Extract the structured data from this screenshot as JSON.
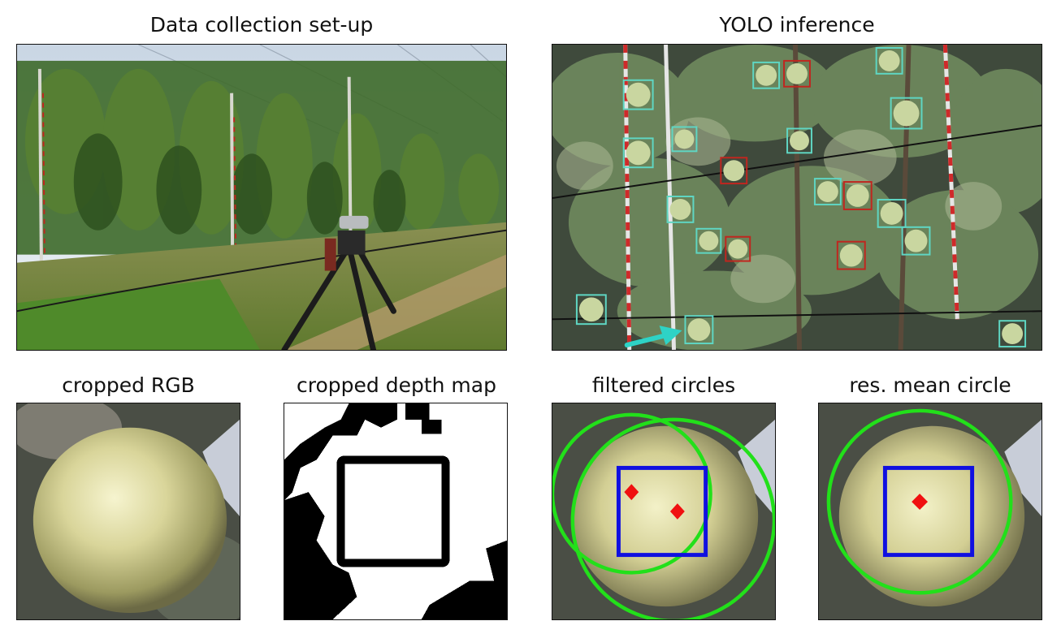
{
  "panels": {
    "setup": {
      "title": "Data collection set-up"
    },
    "yolo": {
      "title": "YOLO inference",
      "box_colors": {
        "detected": "#5fd6c3",
        "highlighted": "#c0261f"
      },
      "arrow_color": "#2ed3c6"
    },
    "rgb": {
      "title": "cropped RGB"
    },
    "depth": {
      "title": "cropped depth map"
    },
    "filtered": {
      "title": "filtered circles",
      "circle_color": "#22e01a",
      "box_color": "#1010e0",
      "center_color": "#f01010"
    },
    "mean": {
      "title": "res. mean circle",
      "circle_color": "#22e01a",
      "box_color": "#1010e0",
      "center_color": "#f01010"
    }
  }
}
